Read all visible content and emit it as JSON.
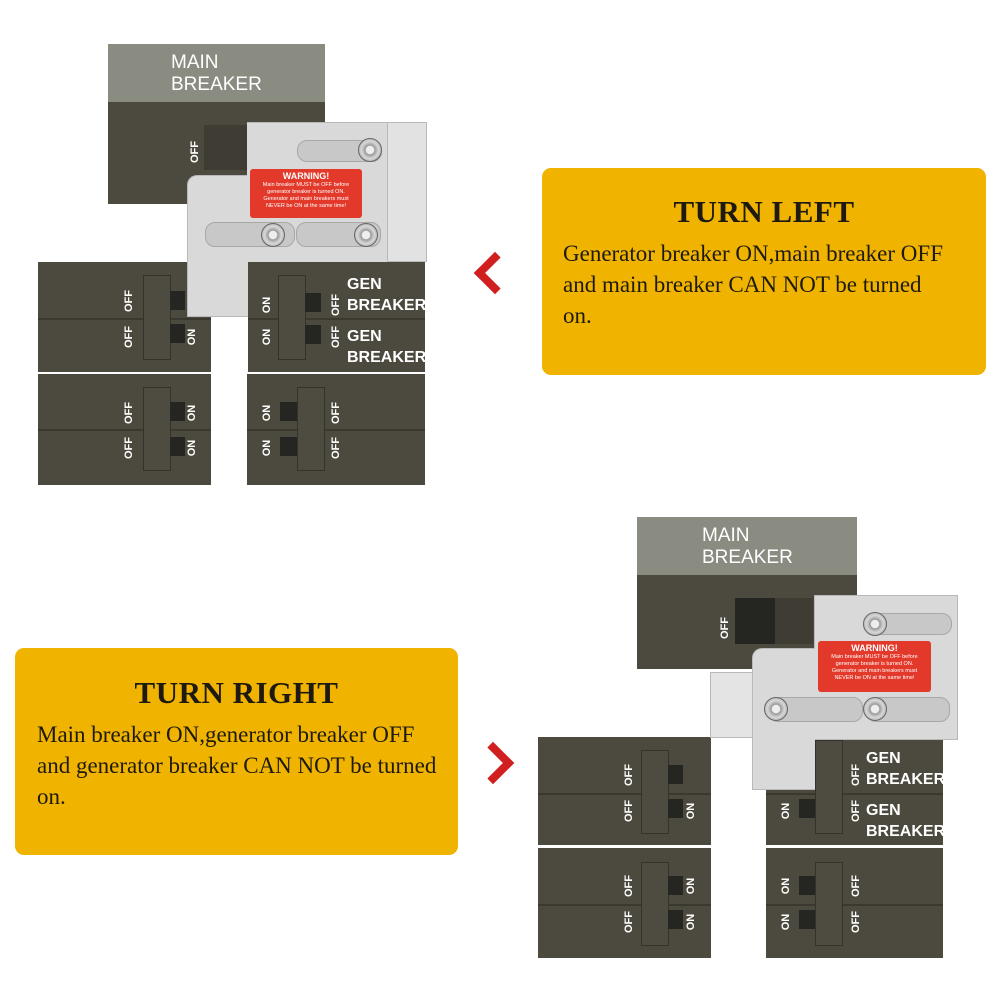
{
  "labels": {
    "main_line1": "MAIN",
    "main_line2": "BREAKER",
    "off": "OFF",
    "on": "ON",
    "gen": "GEN",
    "breaker": "BREAKER"
  },
  "warning": {
    "title": "WARNING!",
    "line1": "Main breaker MUST be OFF before",
    "line2": "generator breaker is turned ON.",
    "line3": "Generator and main breakers must",
    "line4": "NEVER be ON at the same time!"
  },
  "turn_left": {
    "title": "TURN LEFT",
    "body": "Generator breaker ON,main breaker OFF and main breaker CAN NOT be turned on."
  },
  "turn_right": {
    "title": "TURN RIGHT",
    "body": "Main breaker ON,generator breaker OFF and generator breaker CAN NOT be turned on."
  },
  "colors": {
    "accent": "#efb300",
    "arrow": "#d11f1f",
    "warning": "#e2392b",
    "breaker": "#4c4a3e"
  }
}
